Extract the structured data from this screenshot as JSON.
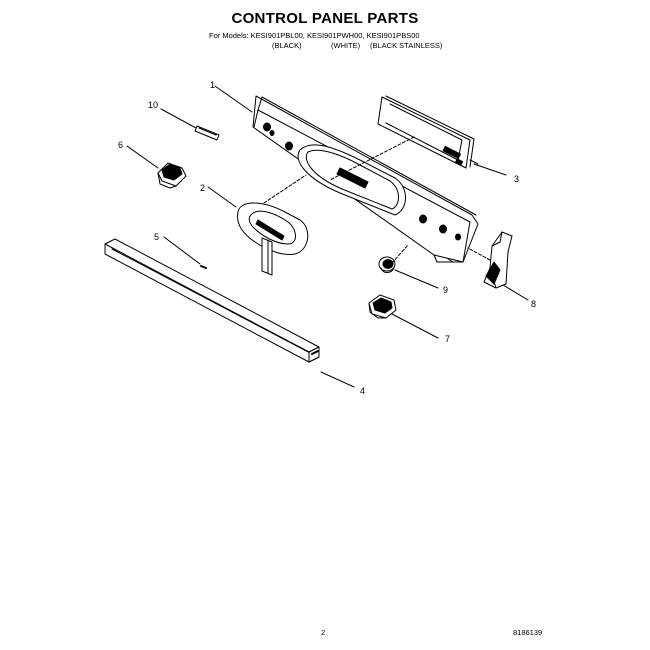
{
  "title": "CONTROL PANEL PARTS",
  "models_line": "For Models: KESI901PBL00, KESI901PWH00, KESI901PBS00",
  "variants": [
    "(BLACK)",
    "(WHITE)",
    "(BLACK STAINLESS)"
  ],
  "callouts": [
    {
      "id": "1",
      "label": "1"
    },
    {
      "id": "2",
      "label": "2"
    },
    {
      "id": "3",
      "label": "3"
    },
    {
      "id": "4",
      "label": "4"
    },
    {
      "id": "5",
      "label": "5"
    },
    {
      "id": "6",
      "label": "6"
    },
    {
      "id": "7",
      "label": "7"
    },
    {
      "id": "8",
      "label": "8"
    },
    {
      "id": "9",
      "label": "9"
    },
    {
      "id": "10",
      "label": "10"
    }
  ],
  "footer": {
    "page_number": "2",
    "document_number": "8186139"
  }
}
